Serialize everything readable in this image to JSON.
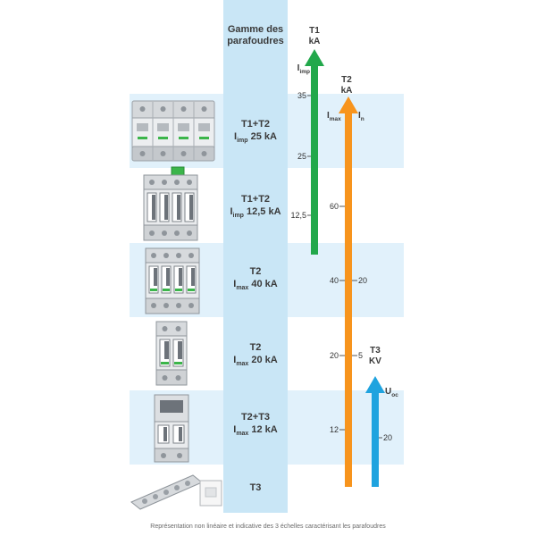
{
  "header": {
    "line1": "Gamme des",
    "line2": "parafoudres"
  },
  "rows": [
    {
      "type": "T1+T2",
      "symbol": "I",
      "symbol_sub": "imp",
      "value": "25 kA"
    },
    {
      "type": "T1+T2",
      "symbol": "I",
      "symbol_sub": "imp",
      "value": "12,5 kA"
    },
    {
      "type": "T2",
      "symbol": "I",
      "symbol_sub": "max",
      "value": "40 kA"
    },
    {
      "type": "T2",
      "symbol": "I",
      "symbol_sub": "max",
      "value": "20 kA"
    },
    {
      "type": "T2+T3",
      "symbol": "I",
      "symbol_sub": "max",
      "value": "12 kA"
    },
    {
      "type": "T3"
    }
  ],
  "scales": {
    "t1": {
      "label": "T1",
      "unit": "kA",
      "symbol": "I",
      "symbol_sub": "imp",
      "ticks": [
        "35",
        "25",
        "12,5"
      ],
      "color": "#22a84b"
    },
    "t2": {
      "label": "T2",
      "unit": "kA",
      "left_symbol": "I",
      "left_symbol_sub": "max",
      "right_symbol": "I",
      "right_symbol_sub": "n",
      "ticks_left": [
        "60",
        "40",
        "20",
        "12"
      ],
      "ticks_right": [
        "20",
        "5"
      ],
      "color": "#f7941d"
    },
    "t3": {
      "label": "T3",
      "unit": "KV",
      "symbol": "U",
      "symbol_sub": "oc",
      "ticks": [
        "20"
      ],
      "color": "#1fa3df"
    }
  },
  "footer": "Représentation non linéaire et indicative des 3 échelles caractérisant les parafoudres",
  "colors": {
    "column": "#c9e6f6",
    "band": "#e1f1fb",
    "text": "#3a3a3a"
  }
}
